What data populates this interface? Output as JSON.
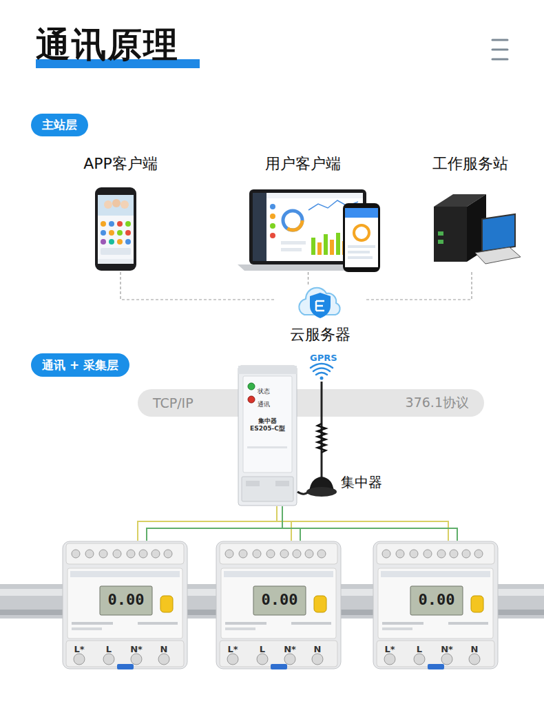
{
  "diagram": {
    "title": "通讯原理",
    "nodes": [
      {
        "text": [
          "主站层"
        ]
      },
      {
        "text": [
          "APP客户端"
        ]
      },
      {
        "text": [
          "用户客户端"
        ]
      },
      {
        "text": [
          "工作服务站"
        ]
      },
      {
        "text": [
          "云服务器"
        ]
      },
      {
        "text": [
          "通讯 + 采集层"
        ]
      },
      {
        "text": [
          "TCP/IP",
          "376.1协议"
        ]
      },
      {
        "text": [
          "集中器",
          "状态",
          "通讯",
          "集中器 ES205-C型"
        ]
      },
      {
        "text": [
          "0.00",
          "L*",
          "L",
          "N*",
          "N"
        ]
      },
      {
        "text": [
          "0.00",
          "L*",
          "L",
          "N*",
          "N"
        ]
      },
      {
        "text": [
          "0.00",
          "L*",
          "L",
          "N*",
          "N"
        ]
      }
    ],
    "edges": [
      {
        "from": 1,
        "to": 4,
        "arrow": "none"
      },
      {
        "from": 2,
        "to": 4,
        "arrow": "none"
      },
      {
        "from": 3,
        "to": 4,
        "arrow": "none"
      },
      {
        "from": 7,
        "to": 8,
        "arrow": "none"
      },
      {
        "from": 7,
        "to": 9,
        "arrow": "none"
      },
      {
        "from": 7,
        "to": 10,
        "arrow": "none"
      }
    ],
    "labels": [
      "GPRS"
    ]
  }
}
